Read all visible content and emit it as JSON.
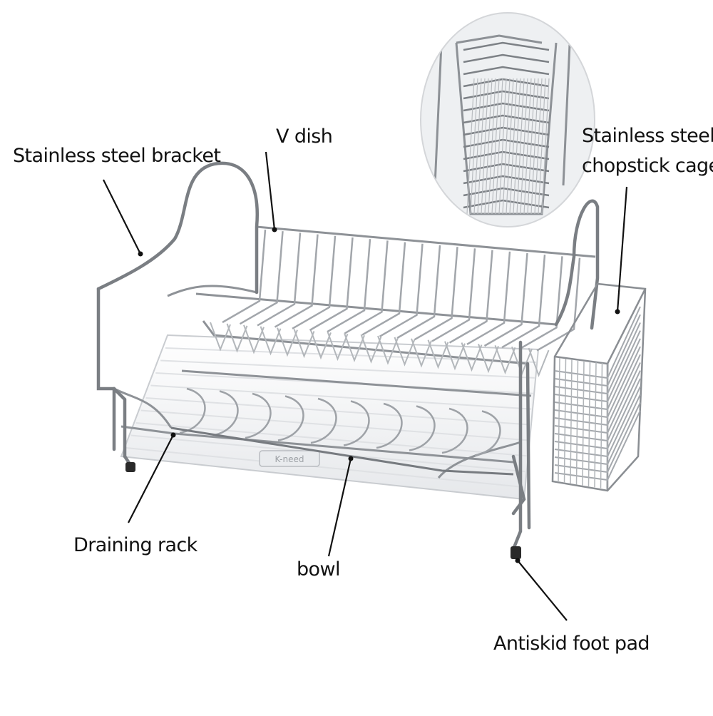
{
  "colors": {
    "background": "#ffffff",
    "label_text": "#111111",
    "leader_line": "#111111",
    "chrome_dark": "#6f7378",
    "chrome_mid": "#9ea2a7",
    "chrome_light": "#d6d9dd",
    "tray": "#f2f3f5",
    "foot_pad": "#2a2a2a"
  },
  "icons": {
    "dish_rack": "dish-rack-illustration",
    "zoom_inset": "chopstick-cage-zoom-inset"
  },
  "tray_brand": "K-need",
  "labels": {
    "bracket": "Stainless steel bracket",
    "v_dish": "V dish",
    "chopstick_cage_line1": "Stainless steel",
    "chopstick_cage_line2": "chopstick cage",
    "draining_rack": "Draining rack",
    "bowl": "bowl",
    "foot_pad": "Antiskid foot pad"
  }
}
